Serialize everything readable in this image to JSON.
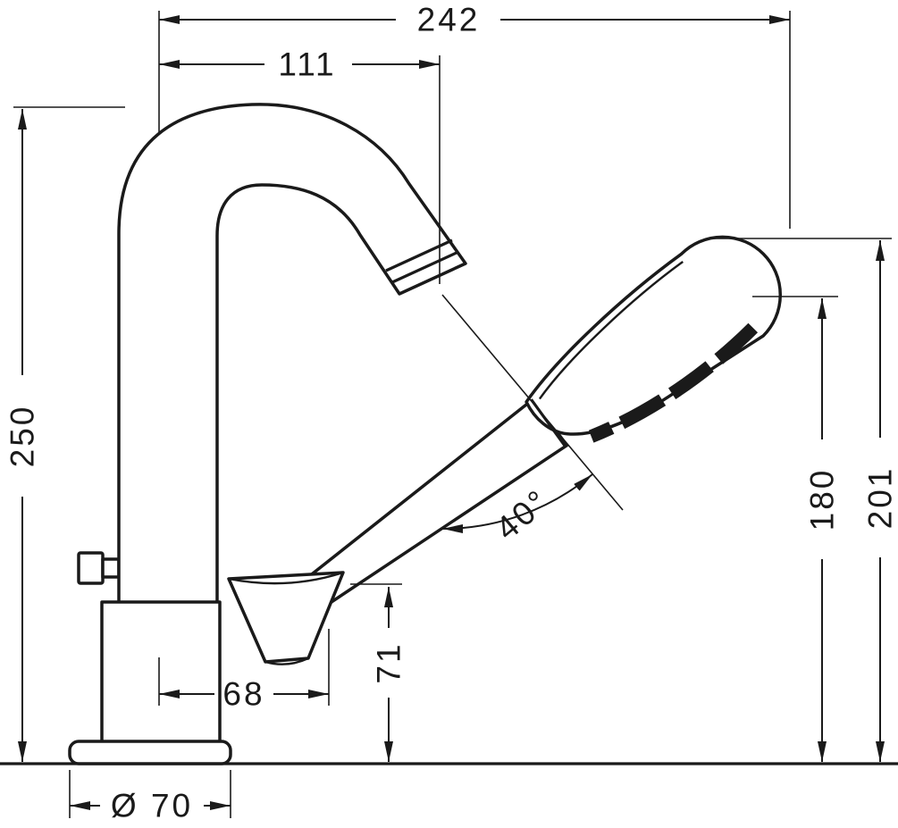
{
  "drawing": {
    "dimensions": {
      "total_width": "242",
      "spout_reach": "111",
      "spout_height": "250",
      "handshower_height_outer": "201",
      "handshower_height_inner": "180",
      "holder_height": "71",
      "holder_offset": "68",
      "base_diameter": "Ø 70",
      "handshower_angle": "40°"
    },
    "colors": {
      "line": "#1a1a1a",
      "background": "#ffffff"
    }
  }
}
